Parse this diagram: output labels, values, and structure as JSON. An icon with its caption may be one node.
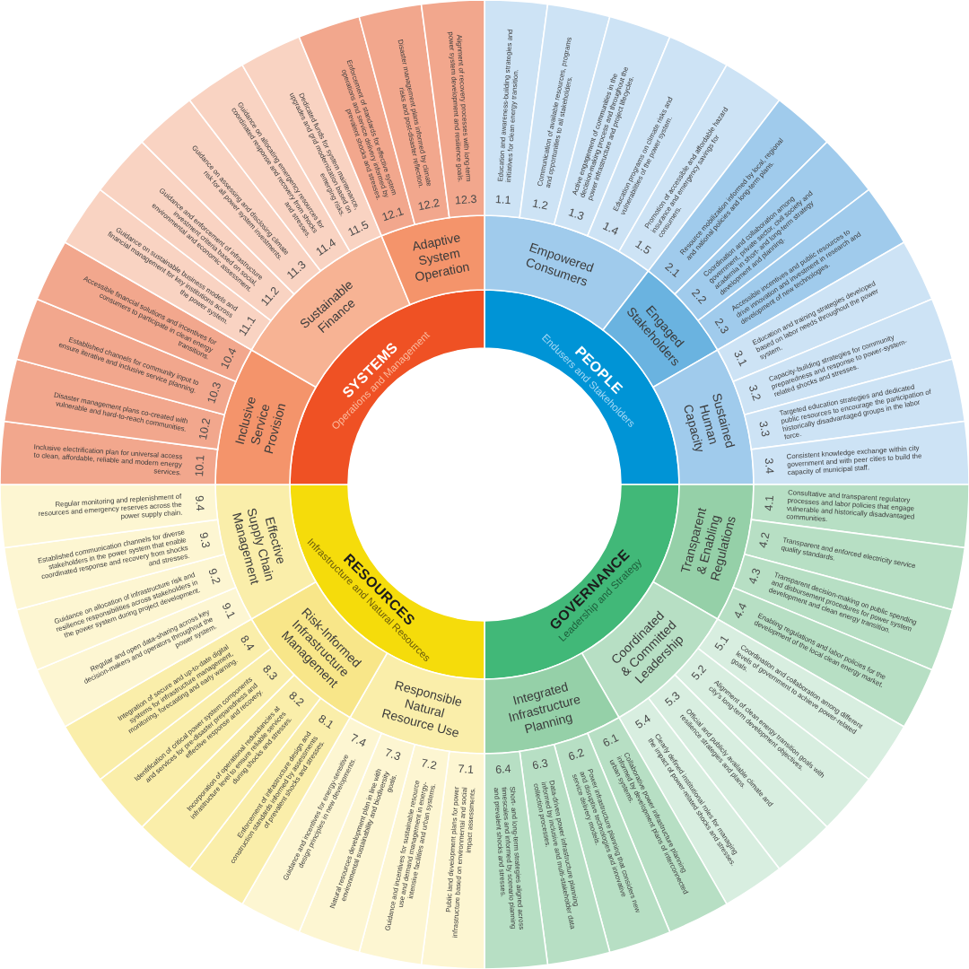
{
  "diagram": {
    "nodes": [
      {
        "text": [
          "PEOPLE",
          "Endusers and Stakeholders"
        ]
      },
      {
        "text": [
          "Empowered Consumers"
        ]
      },
      {
        "text": [
          "1.1",
          "Education and awareness-building strategies and initiatives for clean energy transition."
        ]
      },
      {
        "text": [
          "1.2",
          "Communication of available resources, programs and opportunities to all stakeholders."
        ]
      },
      {
        "text": [
          "1.3",
          "Active engagement of communities in the decision-making process and throughout the power infrastructure and project lifecycles."
        ]
      },
      {
        "text": [
          "1.4",
          "Education programs on climate risks and vulnerabilities of the power system."
        ]
      },
      {
        "text": [
          "1.5",
          "Promotion of accessible and affordable hazard insurance and emergency savings for consumers."
        ]
      },
      {
        "text": [
          "Engaged Stakeholders"
        ]
      },
      {
        "text": [
          "2.1",
          "Resource mobilization informed by local, regional and national policies and long-term plans."
        ]
      },
      {
        "text": [
          "2.2",
          "Coordination and collaboration among government, private sector, civil society and academia in short- and long-term strategy development and planning."
        ]
      },
      {
        "text": [
          "2.3",
          "Accessible incentives and public resources to drive innovation and investment in research and development of new technologies."
        ]
      },
      {
        "text": [
          "Sustained Human Capacity"
        ]
      },
      {
        "text": [
          "3.1",
          "Education and training strategies developed based on labor needs throughout the power system."
        ]
      },
      {
        "text": [
          "3.2",
          "Capacity-building strategies for community preparedness and response to power-system-related shocks and stresses."
        ]
      },
      {
        "text": [
          "3.3",
          "Targeted education strategies and dedicated public resources to encourage the participation of historically disadvantaged groups in the labor force."
        ]
      },
      {
        "text": [
          "3.4",
          "Consistent knowledge exchange within city government and with peer cities to build the capacity of municipal staff."
        ]
      },
      {
        "text": [
          "GOVERNANCE",
          "Leadership and Strategy"
        ]
      },
      {
        "text": [
          "Transparent & Enabling Regulations"
        ]
      },
      {
        "text": [
          "4.1",
          "Consultative and transparent regulatory processes and labor policies that engage vulnerable and historically disadvantaged communities."
        ]
      },
      {
        "text": [
          "4.2",
          "Transparent and enforced electricity service quality standards."
        ]
      },
      {
        "text": [
          "4.3",
          "Transparent decision-making on public spending and disbursement procedures for power system development and clean energy transition."
        ]
      },
      {
        "text": [
          "4.4",
          "Enabling regulations and labor policies for the development of the local clean energy market."
        ]
      },
      {
        "text": [
          "Coordinated & Committed Leadership"
        ]
      },
      {
        "text": [
          "5.1",
          "Coordination and collaboration among different levels of government to achieve power-related goals."
        ]
      },
      {
        "text": [
          "5.2",
          "Alignment of clean energy transition goals with city’s long-term development objectives."
        ]
      },
      {
        "text": [
          "5.3",
          "Official and publicly available climate and resilience strategies and plans."
        ]
      },
      {
        "text": [
          "5.4",
          "Clearly defined institutional roles for managing the impact of power-related shocks and stresses."
        ]
      },
      {
        "text": [
          "Integrated Infrastructure Planning"
        ]
      },
      {
        "text": [
          "6.1",
          "Collaborative power infrastructure planning informed by development plans of interconnected urban systems."
        ]
      },
      {
        "text": [
          "6.2",
          "Power infrastructure planning that considers new and disruptive technologies and innovative service delivery models."
        ]
      },
      {
        "text": [
          "6.3",
          "Data-driven power infrastructure planning informed by inclusive and multi-stakeholder data collection processes."
        ]
      },
      {
        "text": [
          "6.4",
          "Short- and long-term strategies aligned across timescales and informed by scenario planning and prevalent shocks and stresses."
        ]
      },
      {
        "text": [
          "RESOURCES",
          "Infrastructure and Natural Resources"
        ]
      },
      {
        "text": [
          "Responsible Natural Resource Use"
        ]
      },
      {
        "text": [
          "7.1",
          "Public land development plans for power infrastructure based on environmental and social impact assessments."
        ]
      },
      {
        "text": [
          "7.2",
          "Guidance and incentives for sustainable resource use and demand management in energy-intensive facilities and urban systems."
        ]
      },
      {
        "text": [
          "7.3",
          "Natural resources development plan in line with environmental sustainability and biodiversity goals."
        ]
      },
      {
        "text": [
          "7.4",
          "Guidance and incentives for energy-sensitive design principles in new developments."
        ]
      },
      {
        "text": [
          "Risk-Informed Infrastructure Management"
        ]
      },
      {
        "text": [
          "8.1",
          "Enforcement of infrastructure design and construction standards informed by assessments of prevalent shocks and stresses."
        ]
      },
      {
        "text": [
          "8.2",
          "Incorporation of operational redundancies at infrastructure level to ensure reliable services during shocks and stresses."
        ]
      },
      {
        "text": [
          "8.3",
          "Identification of critical power system components and services for pre-disaster preparedness and effective response and recovery."
        ]
      },
      {
        "text": [
          "8.4",
          "Integration of secure and up-to-date digital systems for infrastructure management, monitoring, forecasting and early warning."
        ]
      },
      {
        "text": [
          "Effective Supply Chain Management"
        ]
      },
      {
        "text": [
          "9.1",
          "Regular and open data-sharing across key decision-makers and operators throughout the power system."
        ]
      },
      {
        "text": [
          "9.2",
          "Guidance on allocation of infrastructure risk and resilience responsibilities across stakeholders in the power system during project development."
        ]
      },
      {
        "text": [
          "9.3",
          "Established communication channels for diverse stakeholders in the power system that enable coordinated response and recovery from shocks and stresses."
        ]
      },
      {
        "text": [
          "9.4",
          "Regular monitoring and replenishment of resources and emergency reserves across the power supply chain."
        ]
      },
      {
        "text": [
          "SYSTEMS",
          "Operations and Management"
        ]
      },
      {
        "text": [
          "Inclusive Service Provision"
        ]
      },
      {
        "text": [
          "10.1",
          "Inclusive electrification plan for universal access to clean, affordable, reliable and modern energy services."
        ]
      },
      {
        "text": [
          "10.2",
          "Disaster management plans co-created with vulnerable and hard-to-reach communities."
        ]
      },
      {
        "text": [
          "10.3",
          "Established channels for community input to ensure iterative and inclusive service planning."
        ]
      },
      {
        "text": [
          "10.4",
          "Accessible financial solutions and incentives for consumers to participate in clean energy transitions."
        ]
      },
      {
        "text": [
          "Sustainable Finance"
        ]
      },
      {
        "text": [
          "11.1",
          "Guidance on sustainable business models and financial management for key institutions across the power system."
        ]
      },
      {
        "text": [
          "11.2",
          "Guidance and enforcement of infrastructure investment criteria based on social, environmental and economic assessment."
        ]
      },
      {
        "text": [
          "11.3",
          "Guidance on assessing and disclosing climate risk for all power system investments."
        ]
      },
      {
        "text": [
          "11.4",
          "Guidance on allocating emergency resources for coordinated response and recovery from shocks and stresses."
        ]
      },
      {
        "text": [
          "11.5",
          "Dedicated funds for system maintenance, upgrades and grid modernization based on emerging risks."
        ]
      },
      {
        "text": [
          "Adaptive System Operation"
        ]
      },
      {
        "text": [
          "12.1",
          "Enforcement of standards for effective system operations and service delivery informed by prevalent shocks and stresses."
        ]
      },
      {
        "text": [
          "12.2",
          "Disaster management plans informed by climate risks and post-disaster reflection."
        ]
      },
      {
        "text": [
          "12.3",
          "Alignment of recovery processes with long-term power system development and resilience goals."
        ]
      }
    ]
  }
}
